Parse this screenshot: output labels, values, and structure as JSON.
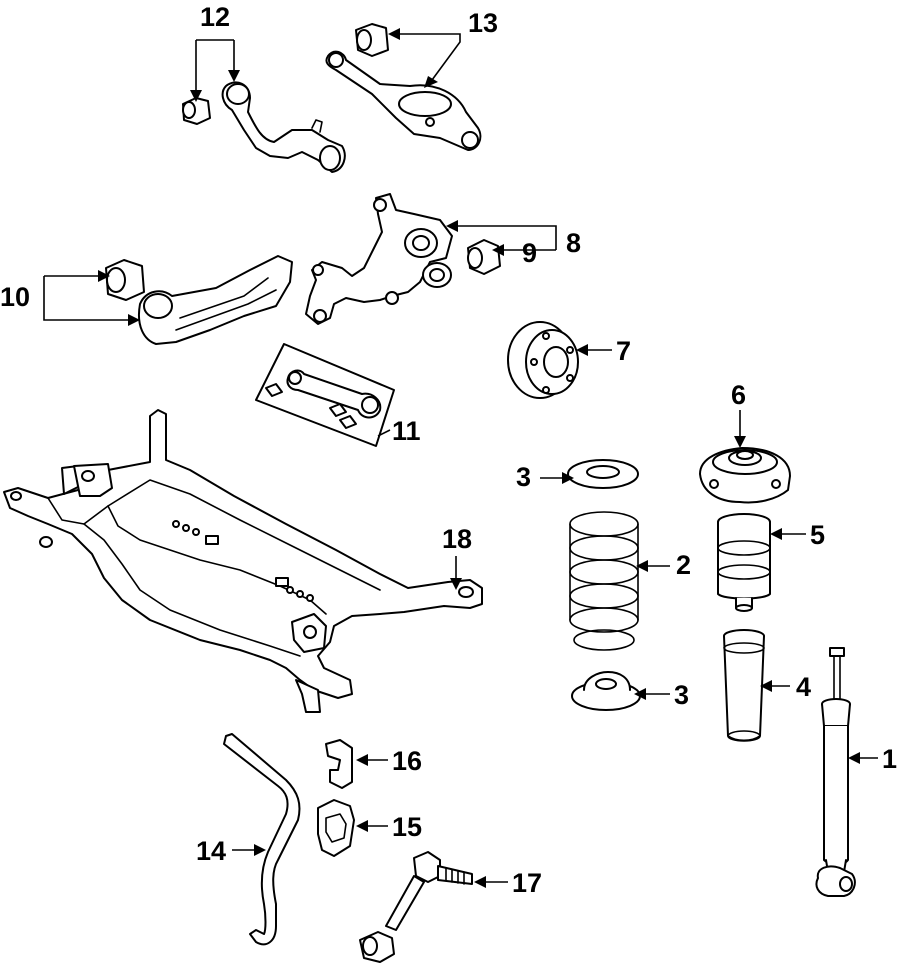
{
  "diagram": {
    "callouts": [
      {
        "id": "p1",
        "label": "1"
      },
      {
        "id": "p2",
        "label": "2"
      },
      {
        "id": "p3a",
        "label": "3"
      },
      {
        "id": "p3b",
        "label": "3"
      },
      {
        "id": "p4",
        "label": "4"
      },
      {
        "id": "p5",
        "label": "5"
      },
      {
        "id": "p6",
        "label": "6"
      },
      {
        "id": "p7",
        "label": "7"
      },
      {
        "id": "p8",
        "label": "8"
      },
      {
        "id": "p9",
        "label": "9"
      },
      {
        "id": "p10",
        "label": "10"
      },
      {
        "id": "p11",
        "label": "11"
      },
      {
        "id": "p12",
        "label": "12"
      },
      {
        "id": "p13",
        "label": "13"
      },
      {
        "id": "p14",
        "label": "14"
      },
      {
        "id": "p15",
        "label": "15"
      },
      {
        "id": "p16",
        "label": "16"
      },
      {
        "id": "p17",
        "label": "17"
      },
      {
        "id": "p18",
        "label": "18"
      }
    ],
    "colors": {
      "line": "#000000",
      "background": "#ffffff"
    }
  }
}
